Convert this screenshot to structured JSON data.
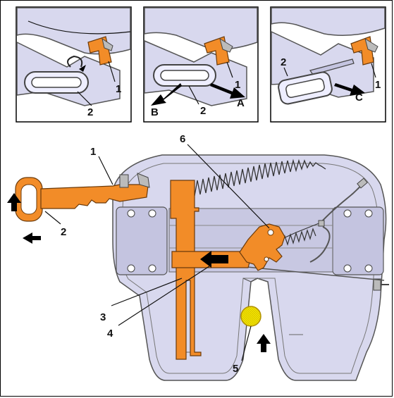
{
  "colors": {
    "part_fill": "#f28c28",
    "plate_fill": "#d8d8ee",
    "sensor_fill": "#f2e600"
  },
  "callouts": {
    "inset1": {
      "label_1": "1",
      "label_2": "2"
    },
    "inset2": {
      "label_1": "1",
      "label_2": "2",
      "label_A": "A",
      "label_B": "B"
    },
    "inset3": {
      "label_1": "1",
      "label_2": "2",
      "label_C": "C"
    },
    "main": {
      "label_1": "1",
      "label_2": "2",
      "label_3": "3",
      "label_4": "4",
      "label_5": "5",
      "label_6": "6"
    }
  }
}
